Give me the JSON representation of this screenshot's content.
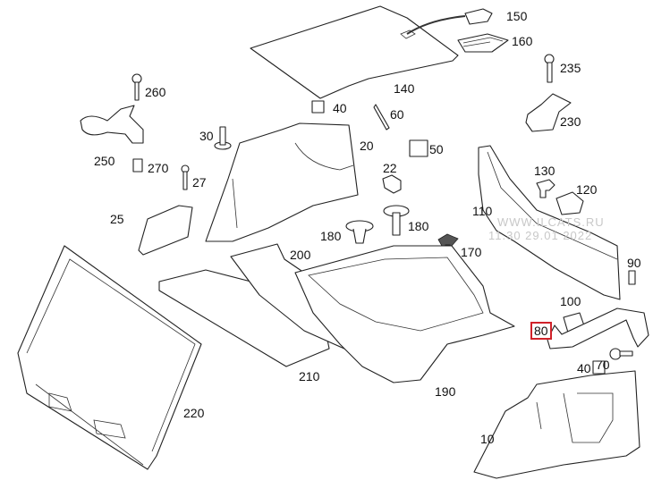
{
  "diagram": {
    "title": "Trunk / luggage compartment trim exploded view",
    "highlight_color": "#d0222a",
    "highlighted_part": "80",
    "watermark": [
      "WWW.ILCATS.RU",
      "11.30 29.01 2022"
    ],
    "labels": [
      {
        "id": "150",
        "text": "150"
      },
      {
        "id": "160",
        "text": "160"
      },
      {
        "id": "235",
        "text": "235"
      },
      {
        "id": "230",
        "text": "230"
      },
      {
        "id": "140",
        "text": "140"
      },
      {
        "id": "260",
        "text": "260"
      },
      {
        "id": "40a",
        "text": "40"
      },
      {
        "id": "60",
        "text": "60"
      },
      {
        "id": "30",
        "text": "30"
      },
      {
        "id": "20",
        "text": "20"
      },
      {
        "id": "50",
        "text": "50"
      },
      {
        "id": "250",
        "text": "250"
      },
      {
        "id": "270",
        "text": "270"
      },
      {
        "id": "22",
        "text": "22"
      },
      {
        "id": "27",
        "text": "27"
      },
      {
        "id": "130",
        "text": "130"
      },
      {
        "id": "120",
        "text": "120"
      },
      {
        "id": "110",
        "text": "110"
      },
      {
        "id": "25",
        "text": "25"
      },
      {
        "id": "180a",
        "text": "180"
      },
      {
        "id": "180b",
        "text": "180"
      },
      {
        "id": "170",
        "text": "170"
      },
      {
        "id": "200",
        "text": "200"
      },
      {
        "id": "90",
        "text": "90"
      },
      {
        "id": "100",
        "text": "100"
      },
      {
        "id": "80",
        "text": "80"
      },
      {
        "id": "40b",
        "text": "40"
      },
      {
        "id": "70",
        "text": "70"
      },
      {
        "id": "210",
        "text": "210"
      },
      {
        "id": "190",
        "text": "190"
      },
      {
        "id": "220",
        "text": "220"
      },
      {
        "id": "10",
        "text": "10"
      }
    ]
  }
}
